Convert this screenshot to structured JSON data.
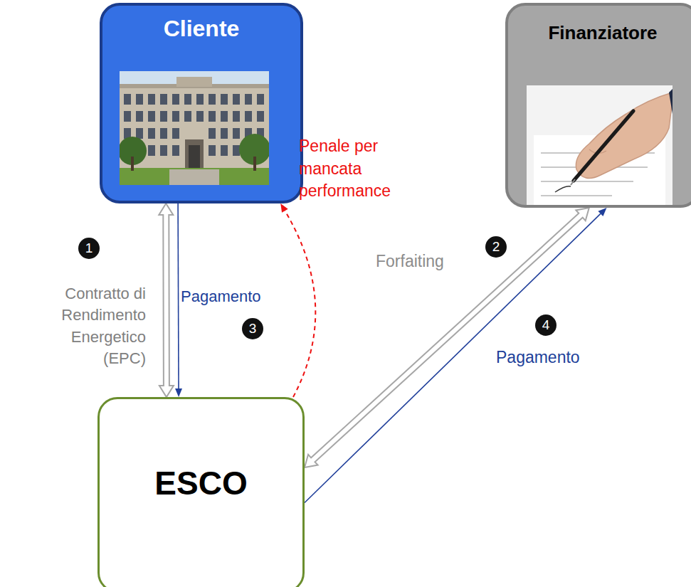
{
  "diagram": {
    "nodes": [
      {
        "text": [
          "Cliente"
        ]
      },
      {
        "text": [
          "Finanziatore"
        ]
      },
      {
        "text": [
          "ESCO"
        ]
      }
    ],
    "edges": [
      {
        "from": 0,
        "to": 2,
        "arrow": "both",
        "label": "Contratto di Rendimento Energetico (EPC)"
      },
      {
        "from": 0,
        "to": 2,
        "arrow": "to",
        "label": "Pagamento"
      },
      {
        "from": 2,
        "to": 0,
        "arrow": "to",
        "label": "Penale per mancata performance"
      },
      {
        "from": 2,
        "to": 1,
        "arrow": "both",
        "label": "Forfaiting"
      },
      {
        "from": 2,
        "to": 1,
        "arrow": "to",
        "label": "Pagamento"
      }
    ],
    "labels": [
      "1",
      "2",
      "3",
      "4"
    ]
  }
}
